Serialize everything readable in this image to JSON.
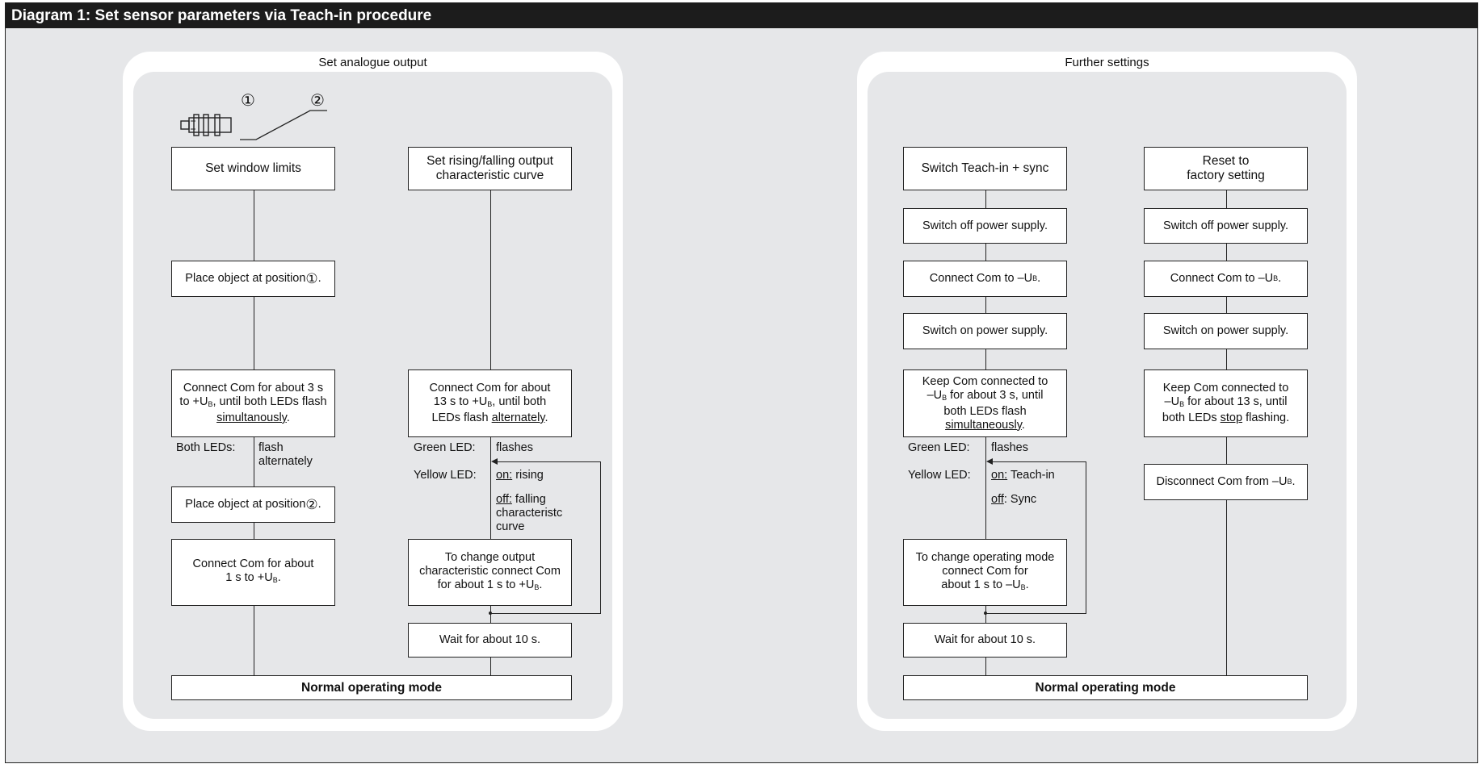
{
  "header": {
    "title": "Diagram 1:  Set sensor parameters via Teach-in procedure"
  },
  "left_panel": {
    "title": "Set analogue output",
    "marker1": "①",
    "marker2": "②",
    "col1": {
      "header": "Set window limits",
      "step1_pre": "Place object at position",
      "step1_mark": "①",
      "step1_post": ".",
      "step2_a": "Connect Com for about 3 s",
      "step2_b_pre": "to +U",
      "step2_b_sub": "B",
      "step2_b_post": ", until both LEDs flash",
      "step2_c_u": "simultanously",
      "step2_c_post": ".",
      "both_leds_label": "Both LEDs:",
      "both_leds_value_1": "flash",
      "both_leds_value_2": "alternately",
      "step3_pre": "Place object at position",
      "step3_mark": "②",
      "step3_post": ".",
      "step4_a": "Connect Com for about",
      "step4_b_pre": "1 s to +U",
      "step4_b_sub": "B",
      "step4_b_post": "."
    },
    "col2": {
      "header": "Set rising/falling output characteristic curve",
      "step1_a": "Connect Com for about",
      "step1_b_pre": "13 s to +U",
      "step1_b_sub": "B",
      "step1_b_post": ", until both",
      "step1_c_pre": "LEDs flash ",
      "step1_c_u": "alternately",
      "step1_c_post": ".",
      "green_label": "Green LED:",
      "green_value": "flashes",
      "yellow_label": "Yellow LED:",
      "on_u": "on:",
      "on_text": " rising",
      "off_u": "off:",
      "off_text_1": " falling",
      "off_text_2": "characteristc",
      "off_text_3": "curve",
      "step2_a": "To change output",
      "step2_b": "characteristic connect Com",
      "step2_c_pre": "for about 1 s to +U",
      "step2_c_sub": "B",
      "step2_c_post": ".",
      "step3": "Wait for about 10 s."
    },
    "footer": "Normal operating mode"
  },
  "right_panel": {
    "title": "Further settings",
    "col1": {
      "header": "Switch Teach-in + sync",
      "step1": "Switch off power supply.",
      "step2_pre": "Connect Com to –U",
      "step2_sub": "B",
      "step2_post": ".",
      "step3": "Switch on power supply.",
      "step4_a": "Keep Com connected to",
      "step4_b_pre": "–U",
      "step4_b_sub": "B",
      "step4_b_post": " for about 3 s, until",
      "step4_c": "both LEDs flash",
      "step4_d_u": "simultaneously",
      "step4_d_post": ".",
      "green_label": "Green LED:",
      "green_value": "flashes",
      "yellow_label": "Yellow LED:",
      "on_u": "on:",
      "on_text": " Teach-in",
      "off_u": "off",
      "off_text": ": Sync",
      "step5_a": "To change operating mode",
      "step5_b": "connect Com for",
      "step5_c_pre": "about 1 s to –U",
      "step5_c_sub": "B",
      "step5_c_post": ".",
      "step6": "Wait for about 10 s."
    },
    "col2": {
      "header_a": "Reset to",
      "header_b": "factory setting",
      "step1": "Switch off power supply.",
      "step2_pre": "Connect Com to –U",
      "step2_sub": "B",
      "step2_post": ".",
      "step3": "Switch on power supply.",
      "step4_a": "Keep Com connected to",
      "step4_b_pre": "–U",
      "step4_b_sub": "B",
      "step4_b_post": " for about 13 s, until",
      "step4_c_pre": "both LEDs ",
      "step4_c_u": "stop",
      "step4_c_post": " flashing.",
      "step5_pre": "Disconnect Com from –U",
      "step5_sub": "B",
      "step5_post": "."
    },
    "footer": "Normal operating mode"
  }
}
